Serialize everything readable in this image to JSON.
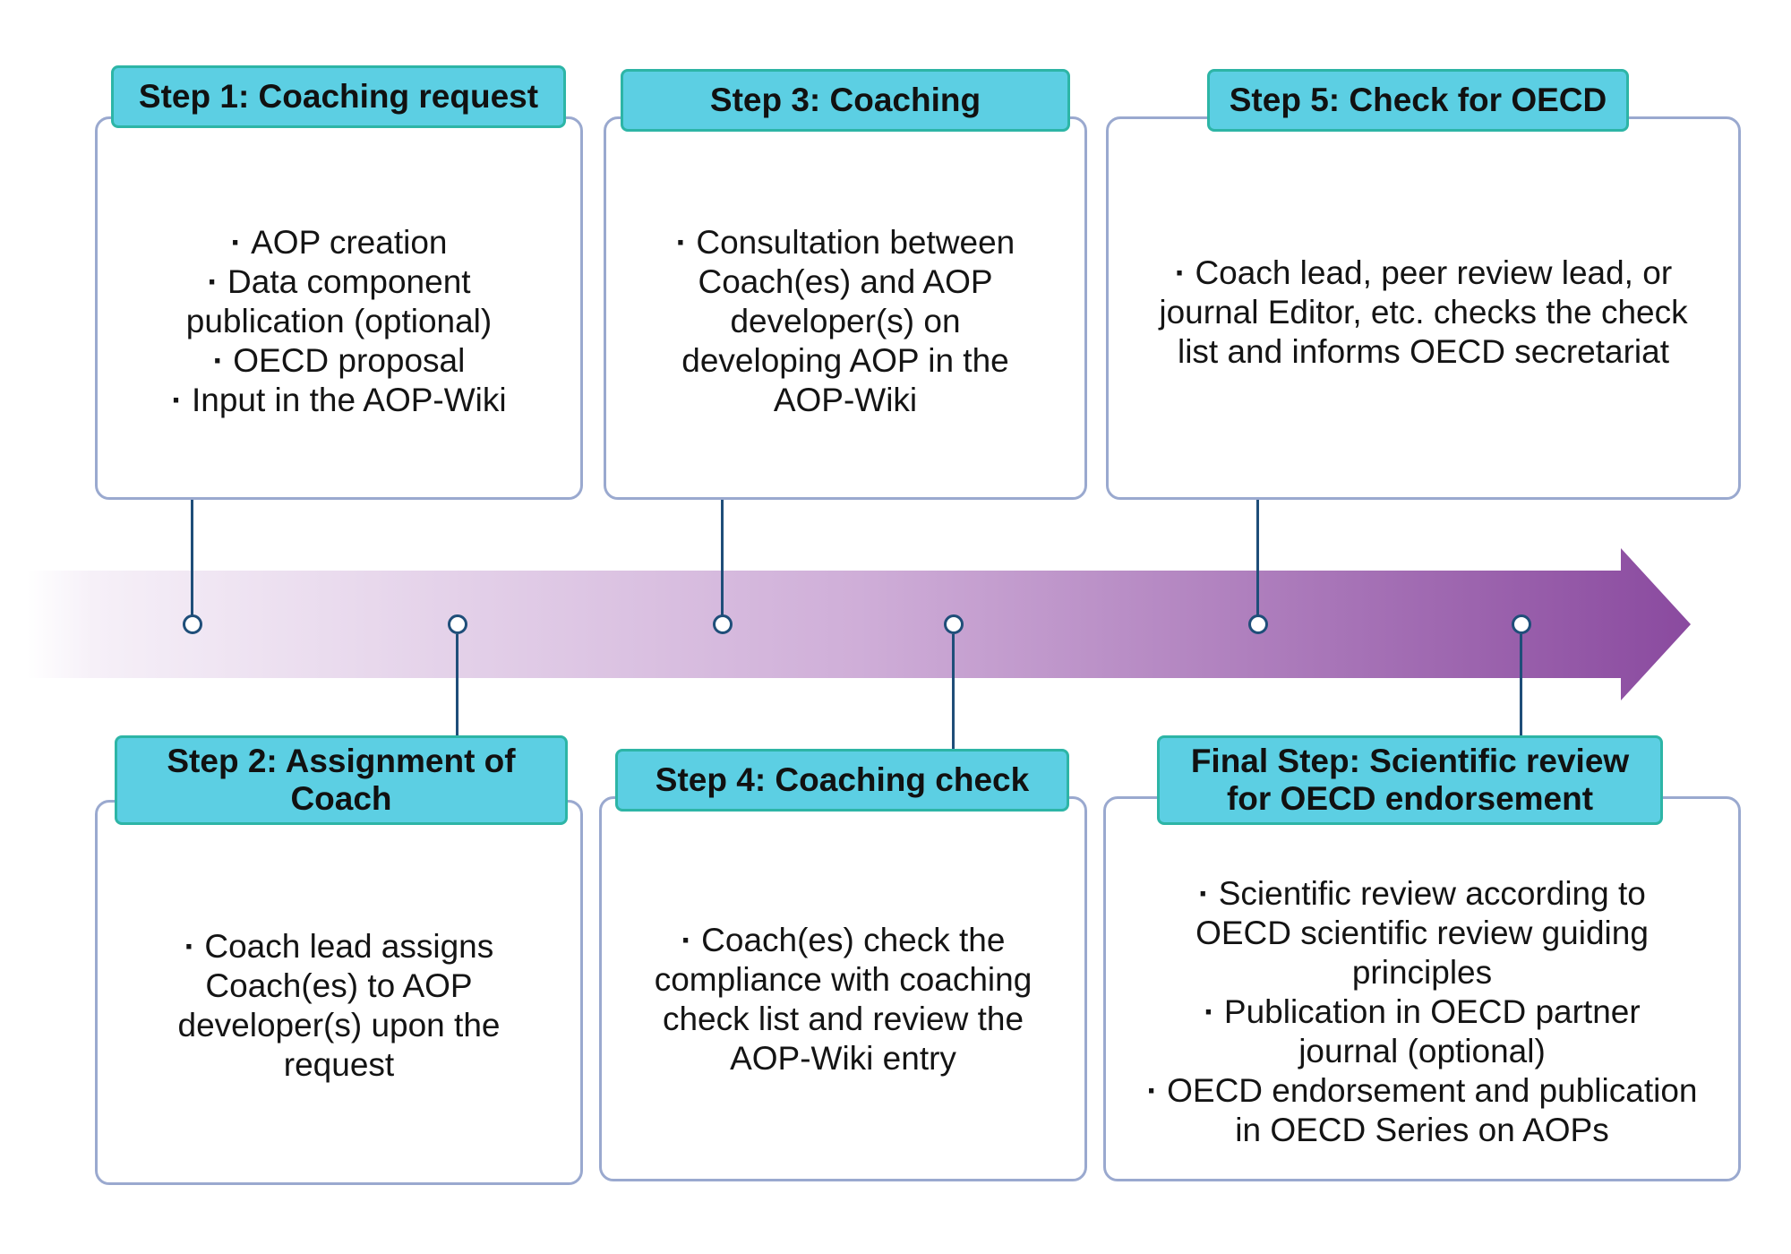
{
  "steps": [
    {
      "header": "Step 1: Coaching request",
      "items": [
        "AOP creation",
        "Data component publication (optional)",
        "OECD proposal",
        "Input in the AOP-Wiki"
      ]
    },
    {
      "header": "Step 2: Assignment of Coach",
      "items": [
        "Coach lead assigns Coach(es) to AOP developer(s) upon the request"
      ]
    },
    {
      "header": "Step 3: Coaching",
      "items": [
        "Consultation between Coach(es) and AOP developer(s) on developing AOP in the AOP-Wiki"
      ]
    },
    {
      "header": "Step 4: Coaching check",
      "items": [
        "Coach(es) check the compliance with coaching check list and review the AOP-Wiki entry"
      ]
    },
    {
      "header": "Step 5: Check for OECD",
      "items": [
        "Coach lead, peer review lead, or journal Editor, etc. checks the check list and informs OECD secretariat"
      ]
    },
    {
      "header": "Final Step: Scientific review for OECD endorsement",
      "items": [
        "Scientific review according to OECD scientific review guiding principles",
        "Publication in OECD partner journal (optional)",
        "OECD endorsement and publication in OECD Series on AOPs"
      ]
    }
  ],
  "colors": {
    "arrow_start": "#f5eff7",
    "arrow_end": "#8a4a9f",
    "header_fill": "#5ccfe3",
    "header_border": "#2db5a6",
    "card_border": "#9aa9cf",
    "connector": "#1f4e79"
  }
}
